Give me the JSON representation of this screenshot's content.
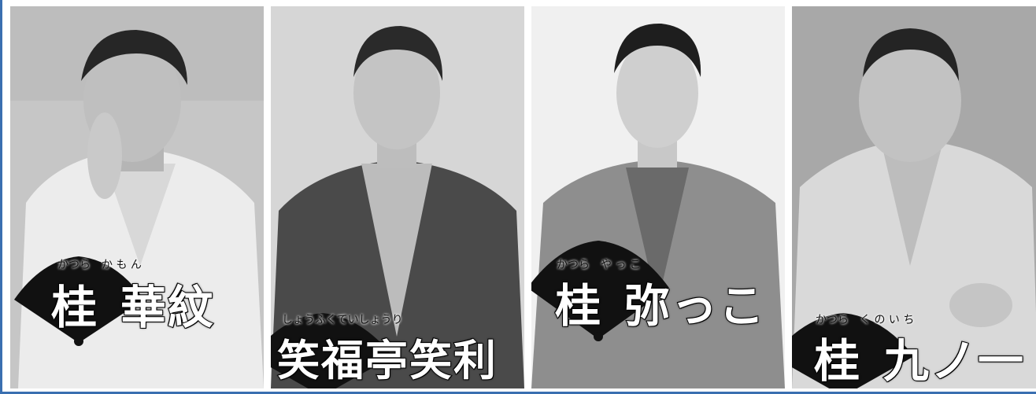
{
  "performers": [
    {
      "name_a": "桂",
      "name_b": "華紋",
      "reading": "かつら　か も ん"
    },
    {
      "name_a": "笑福亭笑利",
      "name_b": "",
      "reading": "しょうふくていしょうり"
    },
    {
      "name_a": "桂",
      "name_b": "弥っこ",
      "reading": "かつら　や っ こ"
    },
    {
      "name_a": "桂",
      "name_b": "九ノ一",
      "reading": "かつら　く の い ち"
    }
  ],
  "colors": {
    "frame": "#3a6fb0",
    "fan": "#111111"
  }
}
